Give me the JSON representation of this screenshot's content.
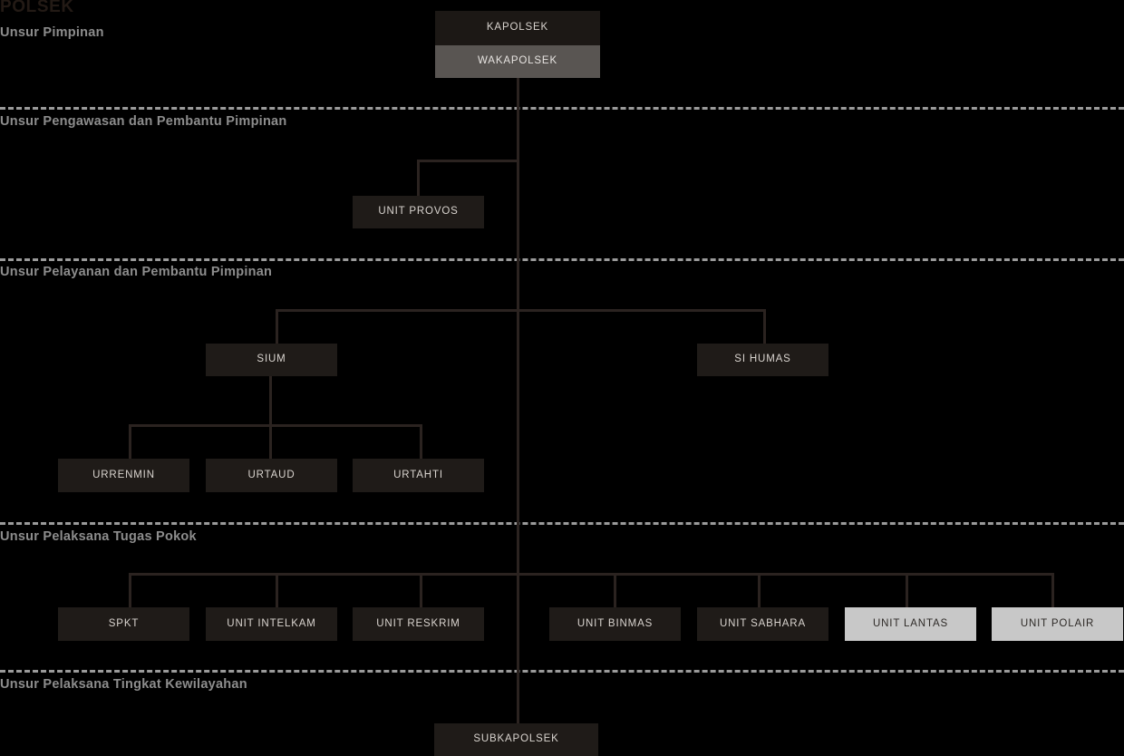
{
  "document": {
    "title": "POLSEK",
    "canvas_background": "#000000",
    "line_color": "#2b2320",
    "divider_color": "#9a9a9a",
    "section_label_color": "#8d8d8d"
  },
  "sections": [
    {
      "label": "Unsur Pimpinan"
    },
    {
      "label": "Unsur Pengawasan dan Pembantu Pimpinan"
    },
    {
      "label": "Unsur Pelayanan dan Pembantu Pimpinan"
    },
    {
      "label": "Unsur Pelaksana Tugas Pokok"
    },
    {
      "label": "Unsur Pelaksana Tingkat Kewilayahan"
    }
  ],
  "nodes": {
    "kapolsek": {
      "label": "KAPOLSEK",
      "style": "dark-head"
    },
    "wakapolsek": {
      "label": "WAKAPOLSEK",
      "style": "gray"
    },
    "unit_provos": {
      "label": "UNIT PROVOS",
      "style": "dark"
    },
    "sium": {
      "label": "SIUM",
      "style": "dark"
    },
    "si_humas": {
      "label": "SI HUMAS",
      "style": "dark"
    },
    "urrenmin": {
      "label": "URRENMIN",
      "style": "dark"
    },
    "urtaud": {
      "label": "URTAUD",
      "style": "dark"
    },
    "urtahti": {
      "label": "URTAHTI",
      "style": "dark"
    },
    "spkt": {
      "label": "SPKT",
      "style": "dark"
    },
    "unit_intelkam": {
      "label": "UNIT INTELKAM",
      "style": "dark"
    },
    "unit_reskrim": {
      "label": "UNIT RESKRIM",
      "style": "dark"
    },
    "unit_binmas": {
      "label": "UNIT BINMAS",
      "style": "dark"
    },
    "unit_sabhara": {
      "label": "UNIT SABHARA",
      "style": "dark"
    },
    "unit_lantas": {
      "label": "UNIT LANTAS",
      "style": "light"
    },
    "unit_polair": {
      "label": "UNIT POLAIR",
      "style": "light"
    },
    "subkapolsek": {
      "label": "SUBKAPOLSEK",
      "style": "dark"
    }
  }
}
